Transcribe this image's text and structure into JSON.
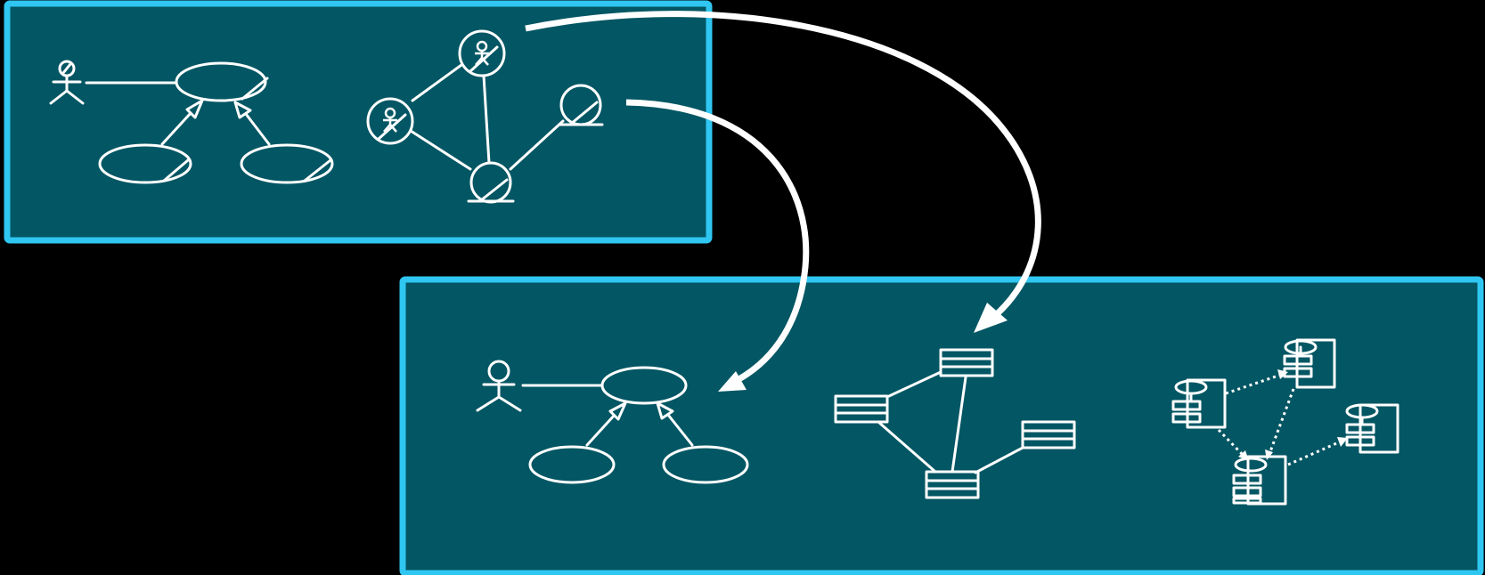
{
  "diagram": {
    "colors": {
      "background": "#000000",
      "panel_fill": "#035663",
      "panel_border": "#2fc6f2",
      "stroke": "#ffffff"
    },
    "top_panel": {
      "use_case_diagram": [
        "actor",
        "use-case",
        "use-case",
        "use-case"
      ],
      "robustness_diagram": [
        "actor",
        "actor",
        "entity",
        "entity"
      ]
    },
    "bottom_panel": {
      "use_case_diagram": [
        "actor",
        "use-case",
        "use-case",
        "use-case"
      ],
      "class_diagram": [
        "class",
        "class",
        "class",
        "class"
      ],
      "component_diagram": [
        "component",
        "component",
        "component",
        "component"
      ]
    },
    "arrows": [
      "top-left-to-bottom-left",
      "top-right-to-bottom-middle"
    ]
  }
}
